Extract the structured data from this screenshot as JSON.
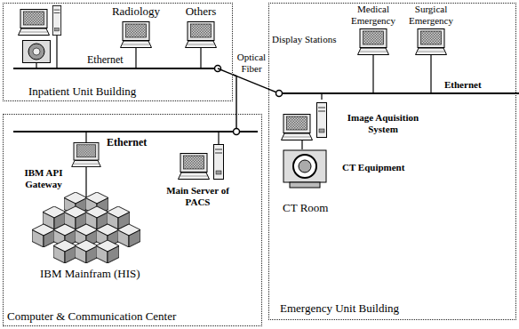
{
  "diagram": {
    "nodes": [
      {
        "text": [
          "Inpatient Unit Building"
        ]
      },
      {
        "text": [
          "Emergency Unit Building"
        ]
      },
      {
        "text": [
          "Computer & Communication Center"
        ]
      }
    ],
    "edges": [
      {
        "from": 0,
        "to": 1,
        "arrow": "none",
        "label": "Optical Fiber"
      },
      {
        "from": 0,
        "to": 2,
        "arrow": "none"
      }
    ],
    "labels": [
      "Radiology",
      "Others",
      "Medical Emergency",
      "Surgical Emergency",
      "Display Stations",
      "Ethernet",
      "Ethernet",
      "Image Aquisition System",
      "CT Equipment",
      "Ethernet",
      "IBM API Gateway",
      "Main Server of PACS",
      "CT Room",
      "IBM Mainfram (HIS)"
    ]
  }
}
